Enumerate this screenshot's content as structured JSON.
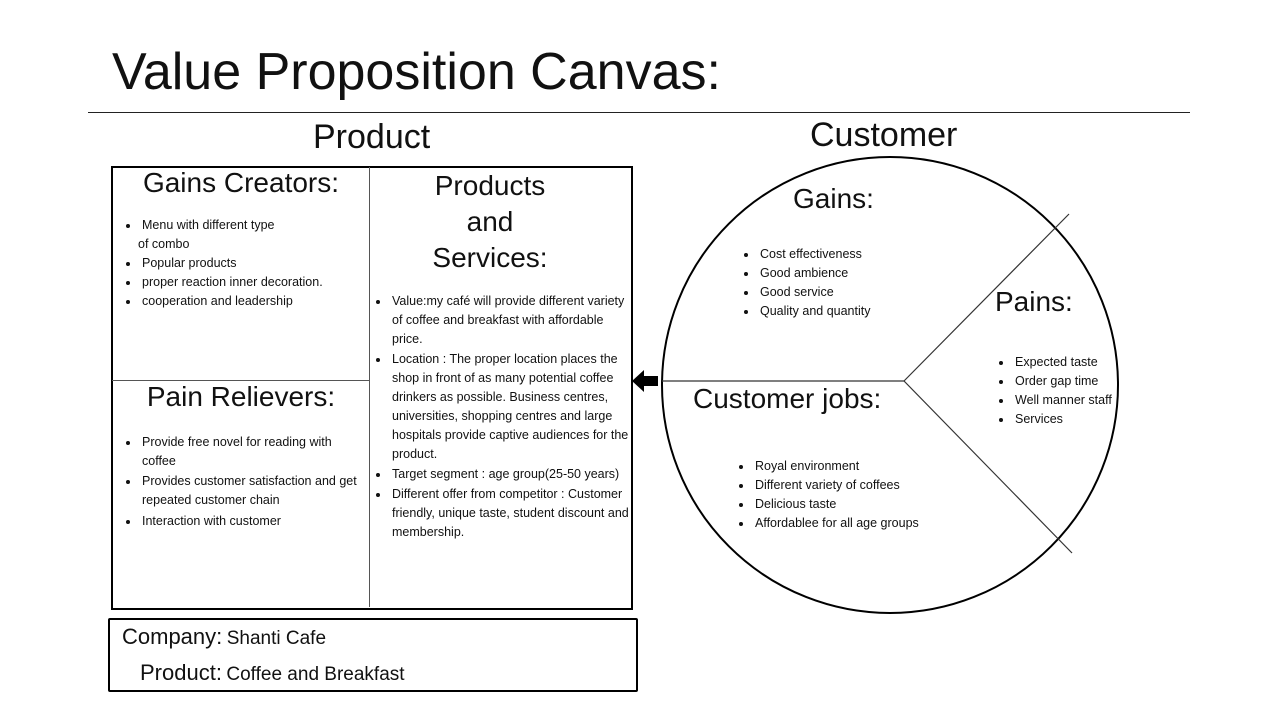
{
  "title": "Value Proposition Canvas:",
  "product_section": {
    "label": "Product",
    "gain_creators": {
      "title": "Gains Creators:",
      "items": [
        {
          "line1": "Menu with different type",
          "line2": "of combo"
        },
        {
          "line1": "Popular products"
        },
        {
          "line1": "proper reaction inner decoration."
        },
        {
          "line1": "cooperation and leadership"
        }
      ]
    },
    "pain_relievers": {
      "title": "Pain Relievers:",
      "items": [
        "Provide free novel for reading with coffee",
        "Provides customer satisfaction and get repeated customer chain",
        "Interaction with customer"
      ]
    },
    "products_services": {
      "title_lines": [
        "Products",
        "and",
        "Services:"
      ],
      "items": [
        "Value:my café will provide different variety of coffee and breakfast with affordable price.",
        "Location : The proper location places the shop in front of as many potential coffee drinkers as possible. Business centres, universities, shopping centres and large hospitals provide captive audiences for the product.",
        "Target segment : age group(25-50 years)",
        "Different offer from competitor : Customer  friendly,  unique taste, student discount and membership."
      ]
    }
  },
  "customer_section": {
    "label": "Customer",
    "gains": {
      "title": "Gains:",
      "items": [
        "Cost effectiveness",
        "Good ambience",
        "Good service",
        "Quality and quantity"
      ]
    },
    "pains": {
      "title": "Pains:",
      "items": [
        "Expected taste",
        "Order gap time",
        "Well manner staff",
        "Services"
      ]
    },
    "customer_jobs": {
      "title": "Customer jobs:",
      "items": [
        "Royal environment",
        "Different variety of coffees",
        "Delicious taste",
        "Affordablee for all age groups"
      ]
    }
  },
  "info": {
    "company_label": "Company:",
    "company_value": "Shanti Cafe",
    "product_label": "Product:",
    "product_value": "Coffee and Breakfast"
  }
}
